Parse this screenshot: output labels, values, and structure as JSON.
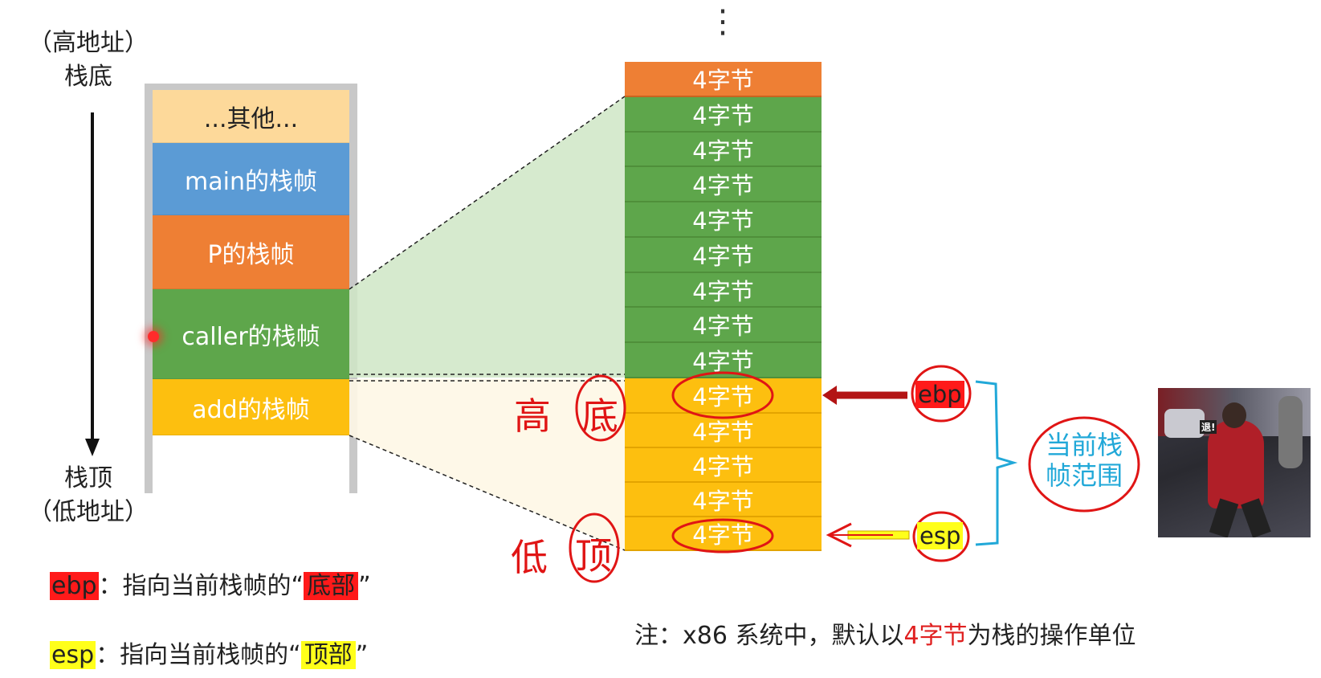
{
  "left_axis": {
    "top_line1": "（高地址）",
    "top_line2": "栈底",
    "bottom_line1": "栈顶",
    "bottom_line2": "（低地址）"
  },
  "stack_frames": [
    {
      "label": "...其他...",
      "color": "#fdd99a"
    },
    {
      "label": "main的栈帧",
      "color": "#5b9bd5"
    },
    {
      "label": "P的栈帧",
      "color": "#ee7f34"
    },
    {
      "label": "caller的栈帧",
      "color": "#5ea64b"
    },
    {
      "label": "add的栈帧",
      "color": "#fdbf0f"
    }
  ],
  "ellipsis": "⋮",
  "bytes": [
    "4字节",
    "4字节",
    "4字节",
    "4字节",
    "4字节",
    "4字节",
    "4字节",
    "4字节",
    "4字节",
    "4字节",
    "4字节",
    "4字节",
    "4字节",
    "4字节"
  ],
  "registers": {
    "ebp": "ebp",
    "esp": "esp",
    "ebp_color": "#ff1a1a",
    "esp_color": "#ffff1a"
  },
  "annotations": {
    "high": "高",
    "bottom": "底",
    "low": "低",
    "top": "顶",
    "range_line1": "当前栈",
    "range_line2": "帧范围"
  },
  "legend": {
    "ebp_label": "ebp",
    "ebp_text": "：指向当前栈帧的“",
    "ebp_word": "底部",
    "esp_label": "esp",
    "esp_text": "：指向当前栈帧的“",
    "esp_word": "顶部",
    "close_quote": "”"
  },
  "note": {
    "prefix": "注：x86 系统中，默认以",
    "highlight": "4字节",
    "suffix": "为栈的操作单位"
  },
  "meme_caption": "退!"
}
